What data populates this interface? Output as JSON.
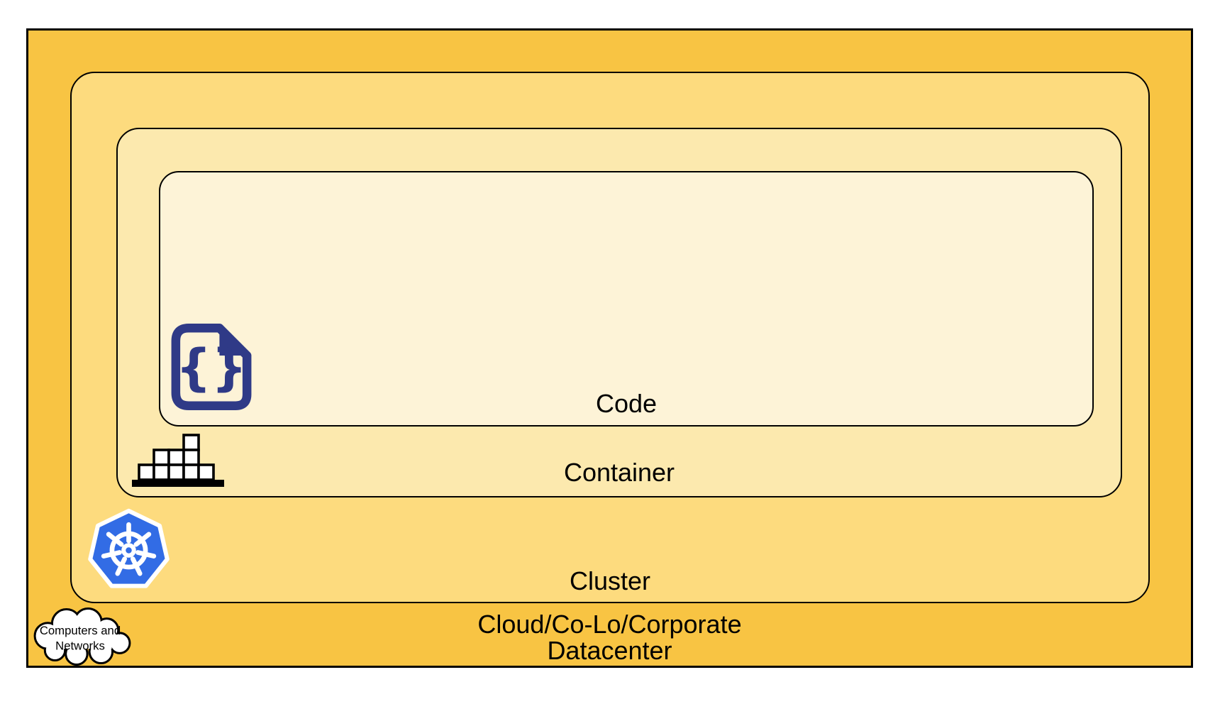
{
  "diagram": {
    "border_color": "#000000",
    "layers": {
      "datacenter": {
        "label": "Cloud/Co-Lo/Corporate Datacenter",
        "label_line1": "Cloud/Co-Lo/Corporate",
        "label_line2": "Datacenter",
        "fill": "#F8C443"
      },
      "cluster": {
        "label": "Cluster",
        "fill": "#FDDB7E"
      },
      "container": {
        "label": "Container",
        "fill": "#FCE9AE"
      },
      "code": {
        "label": "Code",
        "fill": "#FDF3D7"
      }
    },
    "cloud_callout": {
      "line1": "Computers and",
      "line2": "Networks",
      "fill": "#FFFFFF",
      "outline": "#000000"
    },
    "icons": {
      "code_file": {
        "name": "code-file-icon",
        "color": "#2F3A87",
        "glyph": "{}"
      },
      "container_stack": {
        "name": "container-stack-icon",
        "color": "#000000",
        "box_fill": "#FFFFFF"
      },
      "kubernetes": {
        "name": "kubernetes-icon",
        "color": "#326CE5",
        "wheel_color": "#FFFFFF"
      }
    }
  }
}
